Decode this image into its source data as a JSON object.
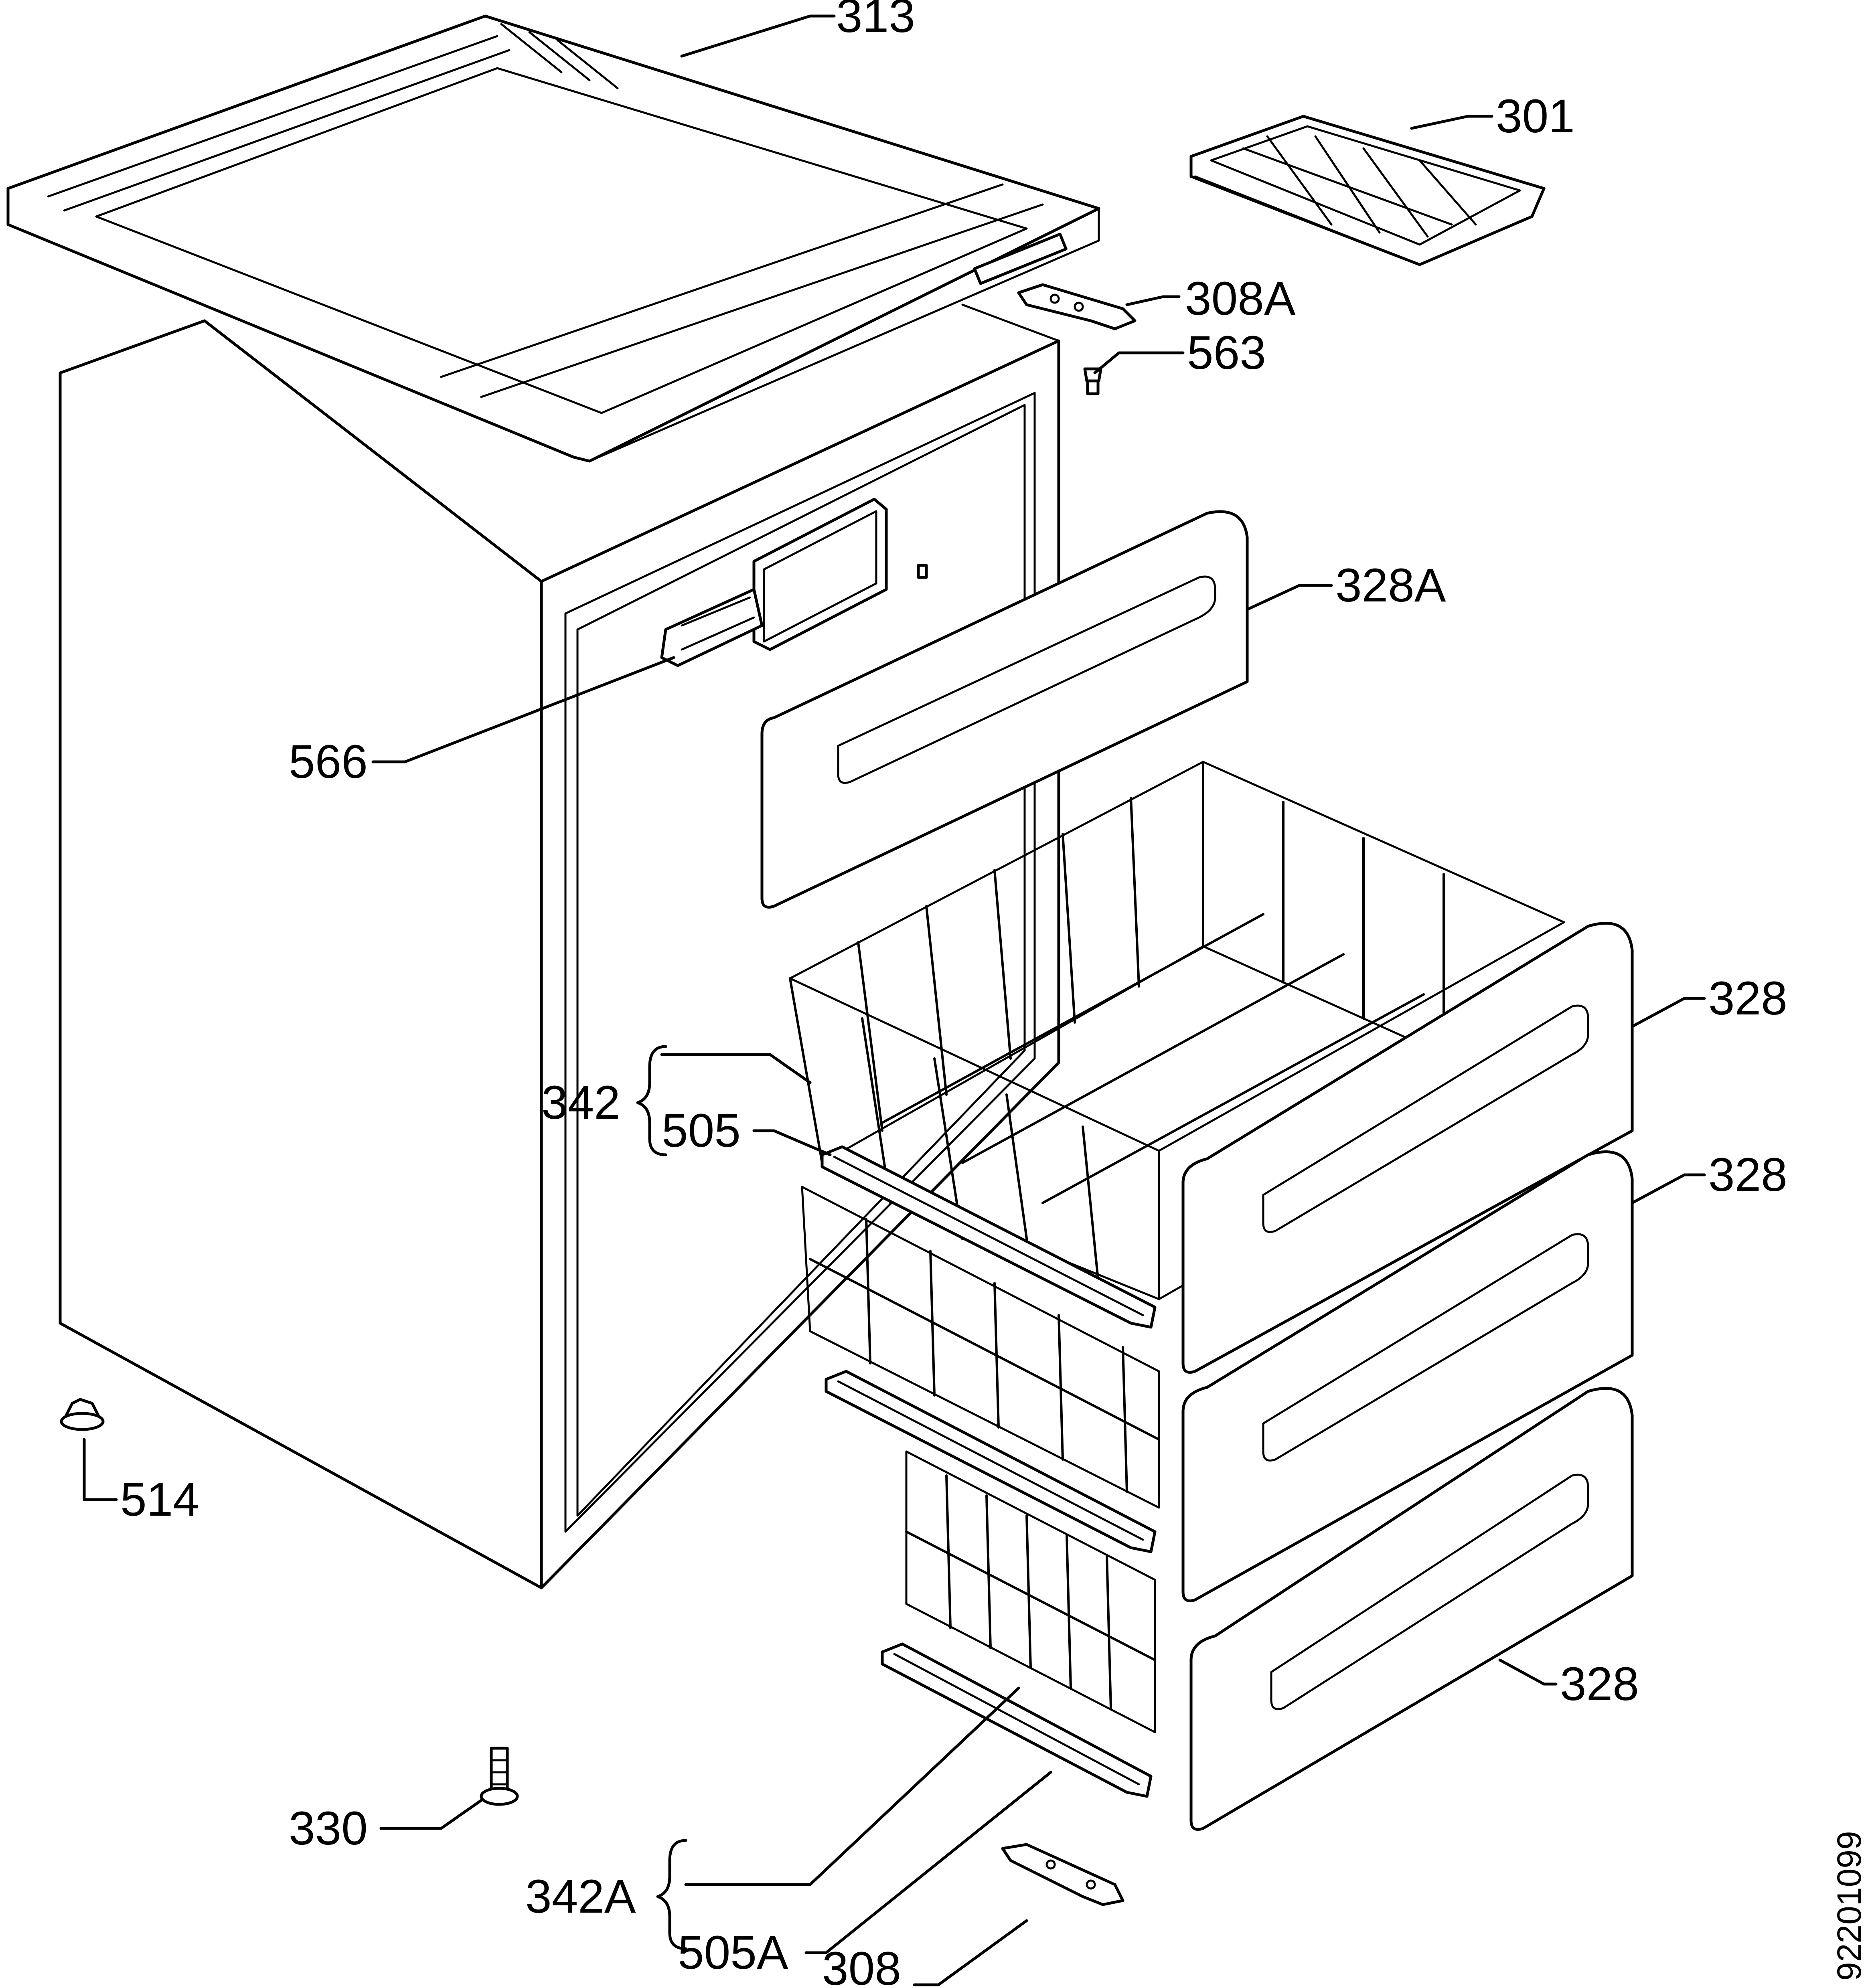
{
  "labels": {
    "l313": "313",
    "l301": "301",
    "l308A": "308A",
    "l563": "563",
    "l328A": "328A",
    "l566": "566",
    "l328_top": "328",
    "l328_mid": "328",
    "l328_bot": "328",
    "l342": "342",
    "l505": "505",
    "l514": "514",
    "l330": "330",
    "l342A": "342A",
    "l505A": "505A",
    "l308": "308"
  },
  "drawing_number": "92201099",
  "colors": {
    "line": "#000000",
    "background": "#ffffff"
  }
}
